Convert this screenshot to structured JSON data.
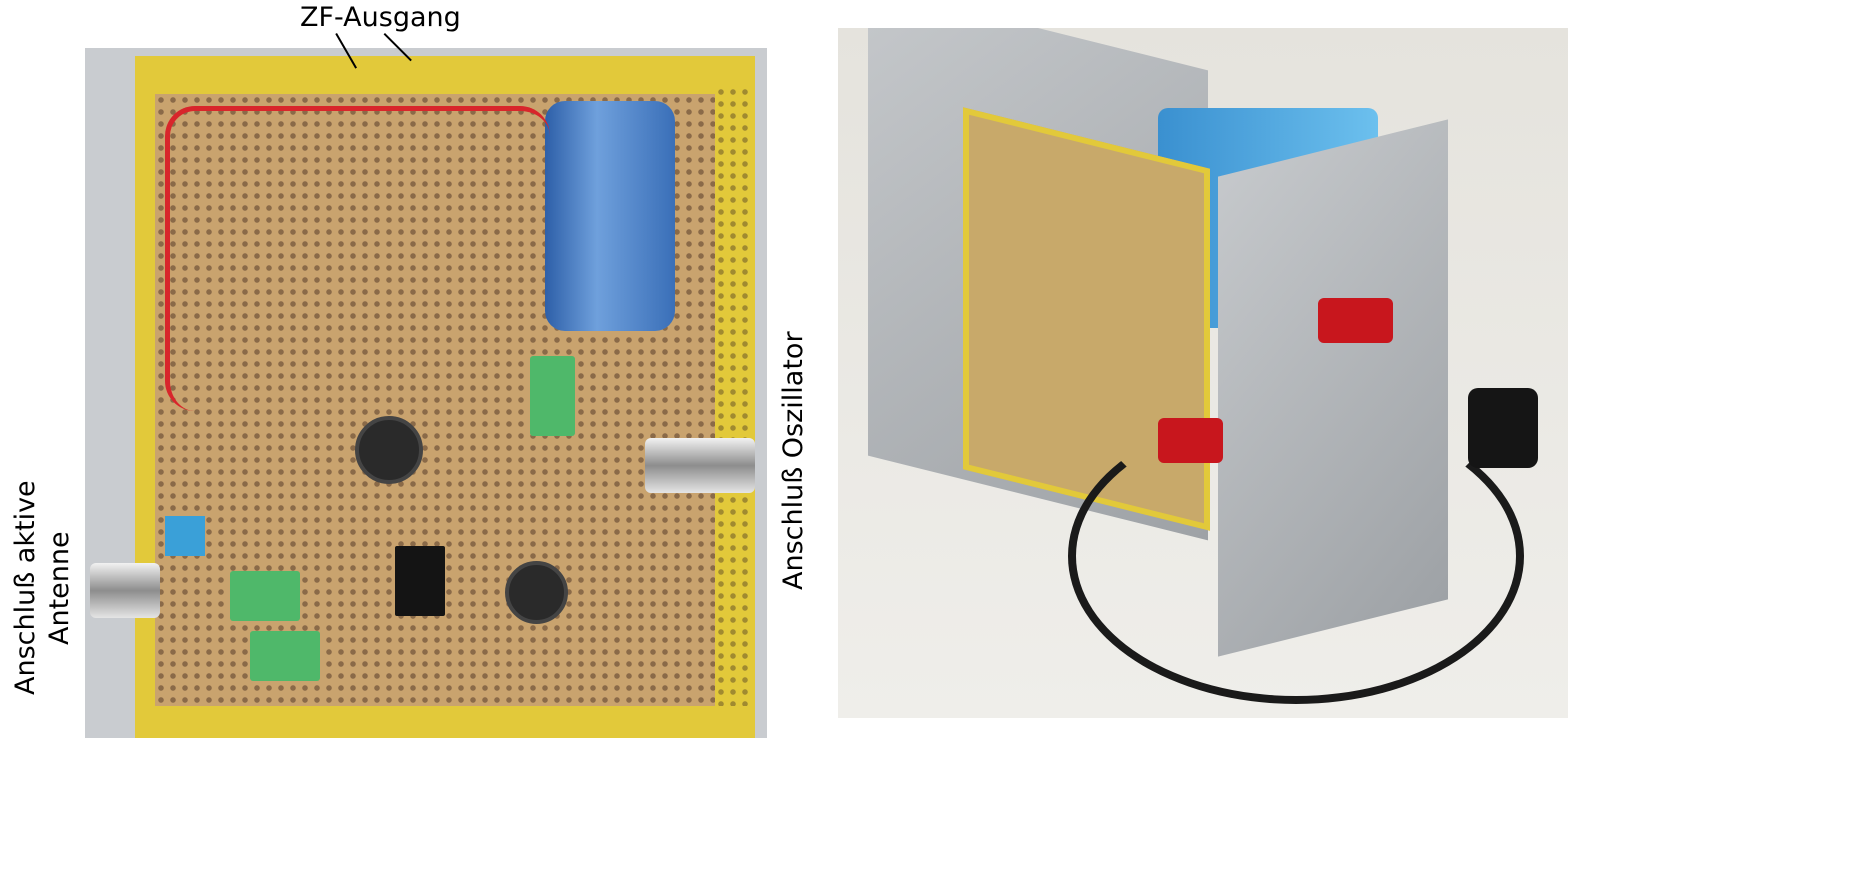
{
  "labels": {
    "zf_output": "ZF-Ausgang",
    "active_antenna_line1": "Anschluß aktive",
    "active_antenna_line2": "Antenne",
    "oscillator": "Anschluß Oszillator"
  }
}
